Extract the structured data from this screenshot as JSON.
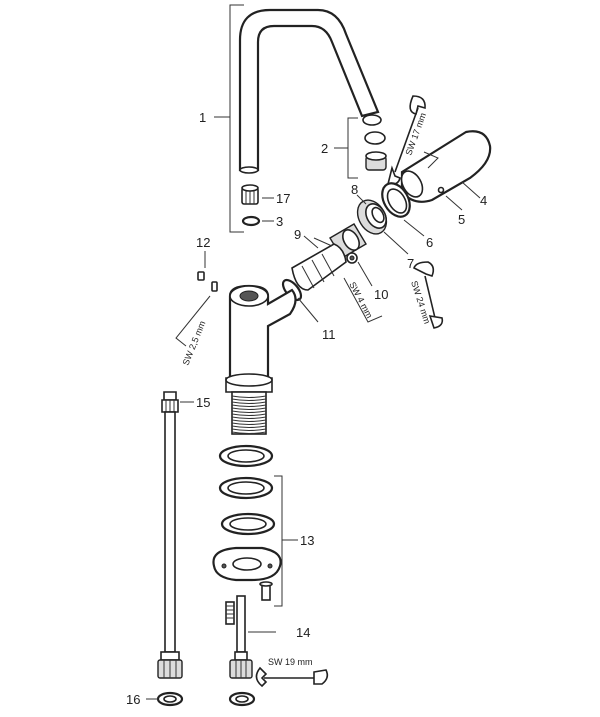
{
  "callouts": [
    "1",
    "2",
    "3",
    "4",
    "5",
    "6",
    "7",
    "8",
    "9",
    "10",
    "11",
    "12",
    "13",
    "14",
    "15",
    "16",
    "17"
  ],
  "wrench_labels": {
    "sw17": "SW 17 mm",
    "sw24": "SW 24 mm",
    "sw4": "SW 4 mm",
    "sw25": "SW 2,5 mm",
    "sw19": "SW 19 mm"
  }
}
